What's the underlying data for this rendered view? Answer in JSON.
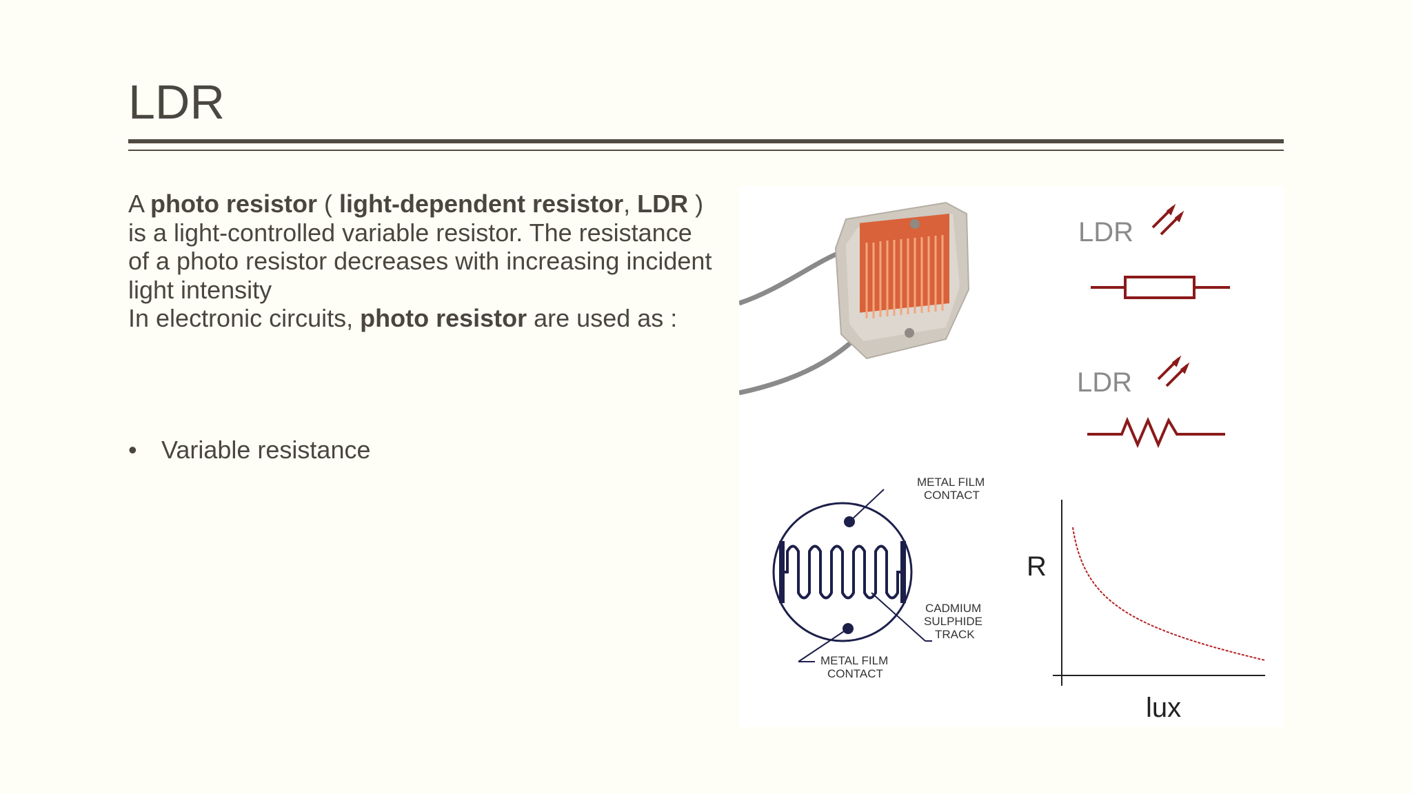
{
  "slide": {
    "title": "LDR",
    "paragraph1": {
      "t1": "A ",
      "b1": "photo resistor",
      "t2": " ( ",
      "b2": "light-dependent resistor",
      "t3": ", ",
      "b3": "LDR",
      "t4": " ) is a light-controlled variable resistor. The resistance of a photo resistor decreases with increasing incident light intensity"
    },
    "paragraph2": {
      "t1": "In electronic circuits, ",
      "b1": "photo resistor",
      "t2": " are used as :"
    },
    "bullets": [
      "Variable resistance"
    ]
  },
  "figure": {
    "symbol_label_1": "LDR",
    "symbol_label_2": "LDR",
    "callout_top": [
      "METAL FILM",
      "CONTACT"
    ],
    "callout_right": [
      "CADMIUM",
      "SULPHIDE",
      "TRACK"
    ],
    "callout_bottom": [
      "METAL FILM",
      "CONTACT"
    ],
    "graph_y_label": "R",
    "graph_x_label": "lux",
    "colors": {
      "symbol": "#8b1a1a",
      "curve": "#b22222",
      "track": "#1c1f4a",
      "cell_body": "#d9d4cc",
      "cell_track": "#d9623a"
    }
  }
}
